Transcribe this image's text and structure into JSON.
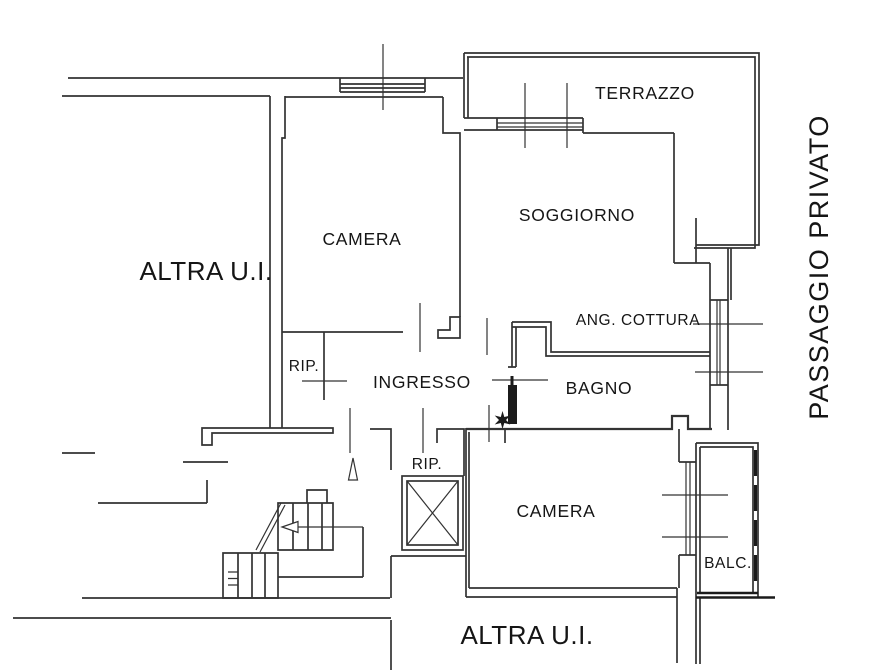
{
  "colors": {
    "background": "#ffffff",
    "line": "#333333",
    "line_dark": "#1b1b1b",
    "text": "#151515"
  },
  "plan": {
    "rooms": {
      "altra_ui_left": "ALTRA U.I.",
      "camera_top": "CAMERA",
      "terrazzo": "TERRAZZO",
      "soggiorno": "SOGGIORNO",
      "ang_cottura": "ANG. COTTURA",
      "rip_left": "RIP.",
      "ingresso": "INGRESSO",
      "bagno": "BAGNO",
      "rip_center": "RIP.",
      "camera_bottom": "CAMERA",
      "balcone": "BALC.",
      "passaggio_privato": "PASSAGGIO PRIVATO",
      "altra_ui_bottom": "ALTRA U.I."
    },
    "icons": {
      "star_marker": "star-icon",
      "stairs_direction": "left-arrow-icon",
      "door_swing": "up-triangle-icon",
      "elevator": "x-cross-icon"
    }
  }
}
